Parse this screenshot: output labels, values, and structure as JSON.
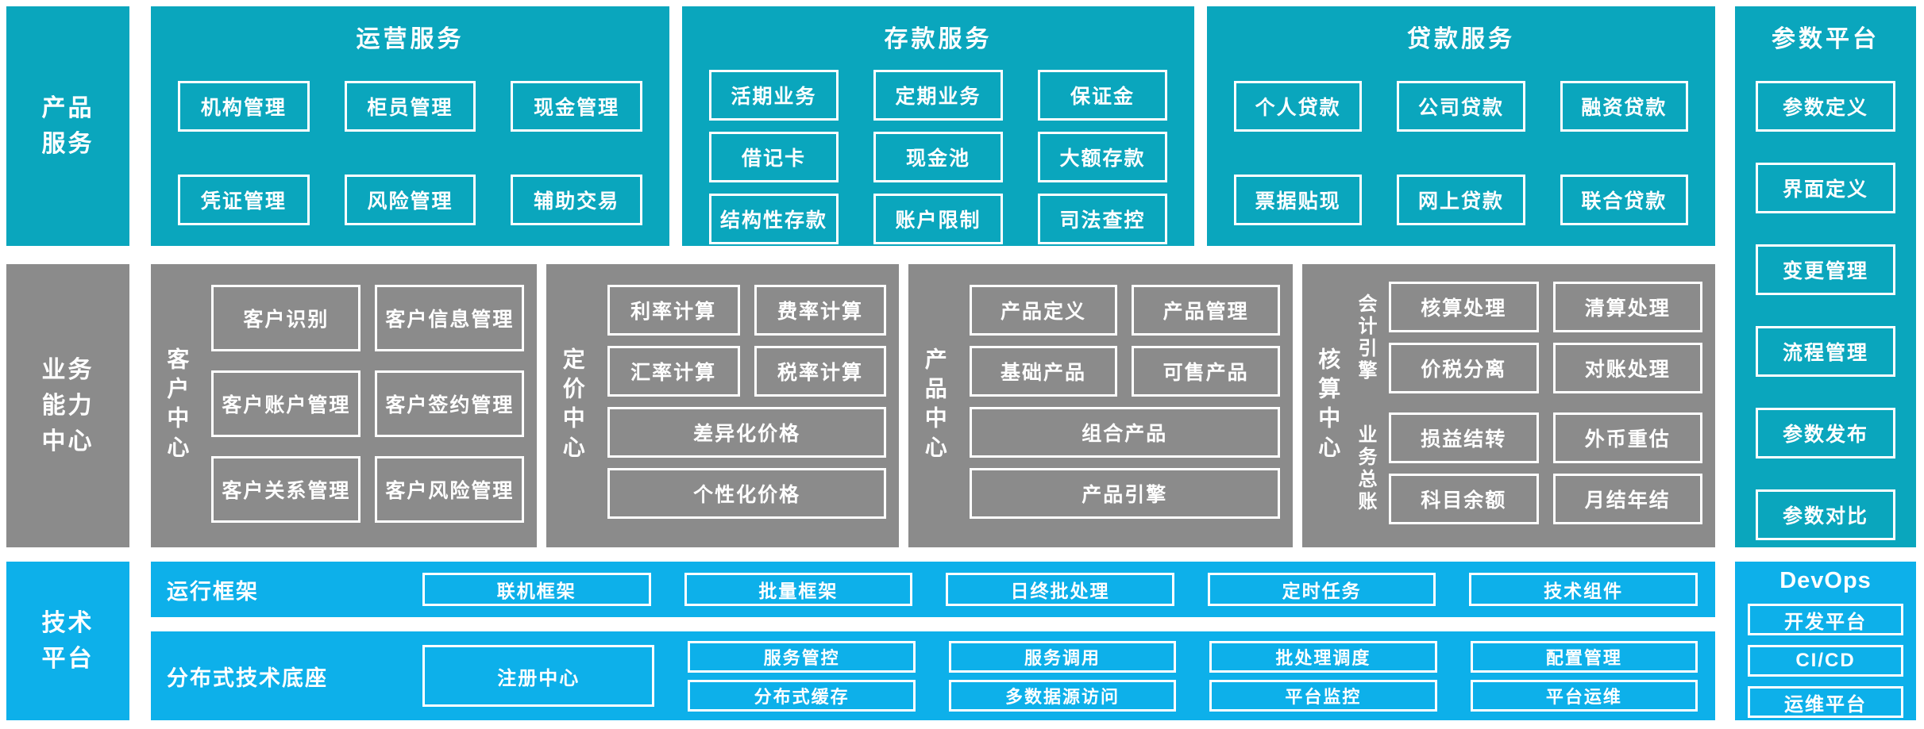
{
  "colors": {
    "teal": "#0aa6bd",
    "gray": "#8b8b8b",
    "blue": "#0db0ea",
    "box_border": "#ffffff",
    "text": "#ffffff",
    "page_background": "#ffffff"
  },
  "product_services": {
    "sidebar_label": "产品\n服务",
    "operations": {
      "title": "运营服务",
      "items": [
        "机构管理",
        "柜员管理",
        "现金管理",
        "凭证管理",
        "风险管理",
        "辅助交易"
      ]
    },
    "deposits": {
      "title": "存款服务",
      "items": [
        "活期业务",
        "定期业务",
        "保证金",
        "借记卡",
        "现金池",
        "大额存款",
        "结构性存款",
        "账户限制",
        "司法查控"
      ]
    },
    "loans": {
      "title": "贷款服务",
      "items": [
        "个人贷款",
        "公司贷款",
        "融资贷款",
        "票据贴现",
        "网上贷款",
        "联合贷款"
      ]
    }
  },
  "parameter_platform": {
    "title": "参数平台",
    "items": [
      "参数定义",
      "界面定义",
      "变更管理",
      "流程管理",
      "参数发布",
      "参数对比"
    ]
  },
  "business_capability": {
    "sidebar_label": "业务\n能力\n中心",
    "customer_center": {
      "label": "客户中心",
      "items": [
        "客户识别",
        "客户信息管理",
        "客户账户管理",
        "客户签约管理",
        "客户关系管理",
        "客户风险管理"
      ]
    },
    "pricing_center": {
      "label": "定价中心",
      "items": [
        "利率计算",
        "费率计算",
        "汇率计算",
        "税率计算"
      ],
      "wide_items": [
        "差异化价格",
        "个性化价格"
      ]
    },
    "product_center": {
      "label": "产品中心",
      "items": [
        "产品定义",
        "产品管理",
        "基础产品",
        "可售产品"
      ],
      "wide_items": [
        "组合产品",
        "产品引擎"
      ]
    },
    "accounting_center": {
      "label": "核算中心",
      "groups": [
        {
          "label": "会计引擎",
          "items": [
            "核算处理",
            "清算处理",
            "价税分离",
            "对账处理"
          ]
        },
        {
          "label": "业务总账",
          "items": [
            "损益结转",
            "外币重估",
            "科目余额",
            "月结年结"
          ]
        }
      ]
    }
  },
  "technology_platform": {
    "sidebar_label": "技术\n平台",
    "runtime_framework": {
      "label": "运行框架",
      "items": [
        "联机框架",
        "批量框架",
        "日终批处理",
        "定时任务",
        "技术组件"
      ]
    },
    "distributed_base": {
      "label": "分布式技术底座",
      "registry": "注册中心",
      "columns": [
        {
          "top": "服务管控",
          "bottom": "分布式缓存"
        },
        {
          "top": "服务调用",
          "bottom": "多数据源访问"
        },
        {
          "top": "批处理调度",
          "bottom": "平台监控"
        },
        {
          "top": "配置管理",
          "bottom": "平台运维"
        }
      ]
    },
    "devops": {
      "title": "DevOps",
      "items": [
        "开发平台",
        "CI/CD",
        "运维平台"
      ]
    }
  }
}
